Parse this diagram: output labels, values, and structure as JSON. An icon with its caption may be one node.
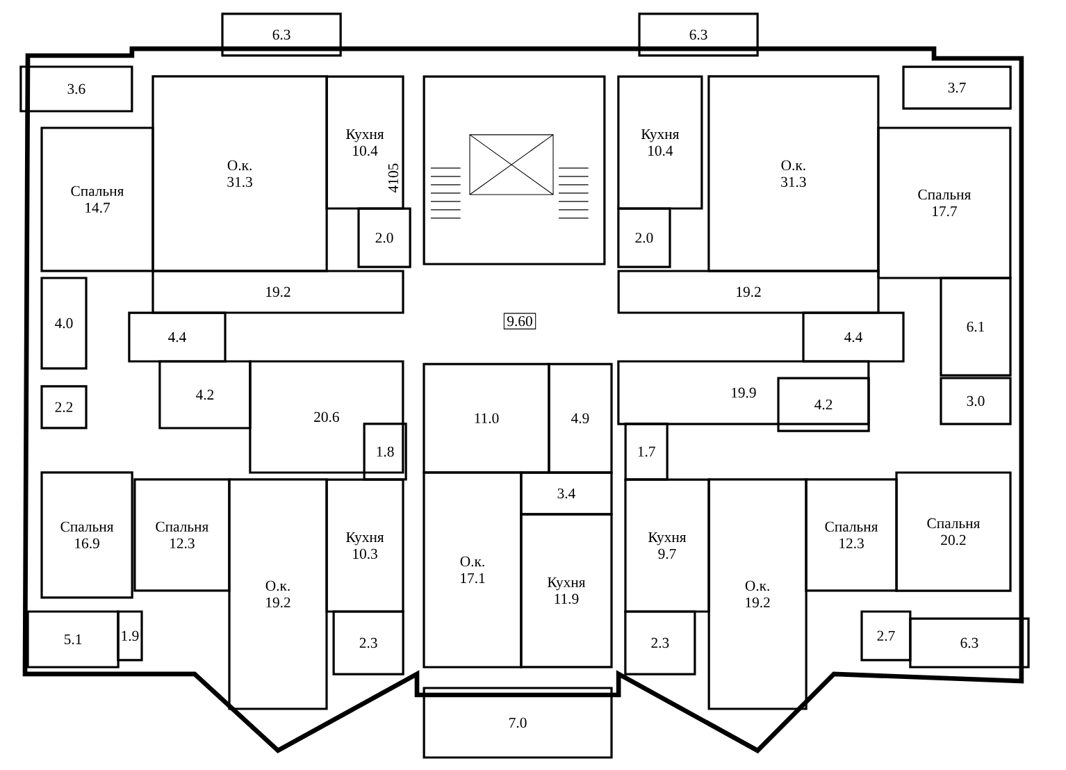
{
  "diagram": {
    "nodes": [
      {
        "text": [
          "6.3"
        ]
      },
      {
        "text": [
          "6.3"
        ]
      },
      {
        "text": [
          "3.6"
        ]
      },
      {
        "text": [
          "Спальня",
          "14.7"
        ]
      },
      {
        "text": [
          "О.к.",
          "31.3"
        ]
      },
      {
        "text": [
          "Кухня",
          "10.4"
        ]
      },
      {
        "text": [
          "2.0"
        ]
      },
      {
        "text": [
          "Кухня",
          "10.4"
        ]
      },
      {
        "text": [
          "2.0"
        ]
      },
      {
        "text": [
          "О.к.",
          "31.3"
        ]
      },
      {
        "text": [
          "3.7"
        ]
      },
      {
        "text": [
          "Спальня",
          "17.7"
        ]
      },
      {
        "text": [
          "4.0"
        ]
      },
      {
        "text": [
          "19.2"
        ]
      },
      {
        "text": [
          "4.4"
        ]
      },
      {
        "text": [
          "19.2"
        ]
      },
      {
        "text": [
          "4.4"
        ]
      },
      {
        "text": [
          "6.1"
        ]
      },
      {
        "text": [
          "2.2"
        ]
      },
      {
        "text": [
          "4.2"
        ]
      },
      {
        "text": [
          "20.6"
        ]
      },
      {
        "text": [
          "1.8"
        ]
      },
      {
        "text": [
          "11.0"
        ]
      },
      {
        "text": [
          "4.9"
        ]
      },
      {
        "text": [
          "19.9"
        ]
      },
      {
        "text": [
          "1.7"
        ]
      },
      {
        "text": [
          "4.2"
        ]
      },
      {
        "text": [
          "3.0"
        ]
      },
      {
        "text": [
          "Спальня",
          "16.9"
        ]
      },
      {
        "text": [
          "Спальня",
          "12.3"
        ]
      },
      {
        "text": [
          "О.к.",
          "19.2"
        ]
      },
      {
        "text": [
          "Кухня",
          "10.3"
        ]
      },
      {
        "text": [
          "О.к.",
          "17.1"
        ]
      },
      {
        "text": [
          "3.4"
        ]
      },
      {
        "text": [
          "Кухня",
          "11.9"
        ]
      },
      {
        "text": [
          "Кухня",
          "9.7"
        ]
      },
      {
        "text": [
          "О.к.",
          "19.2"
        ]
      },
      {
        "text": [
          "Спальня",
          "12.3"
        ]
      },
      {
        "text": [
          "Спальня",
          "20.2"
        ]
      },
      {
        "text": [
          "5.1"
        ]
      },
      {
        "text": [
          "1.9"
        ]
      },
      {
        "text": [
          "2.3"
        ]
      },
      {
        "text": [
          "2.3"
        ]
      },
      {
        "text": [
          "7.0"
        ]
      },
      {
        "text": [
          "2.7"
        ]
      },
      {
        "text": [
          "6.3"
        ]
      }
    ],
    "labels": [
      "4105",
      "9.60"
    ]
  }
}
